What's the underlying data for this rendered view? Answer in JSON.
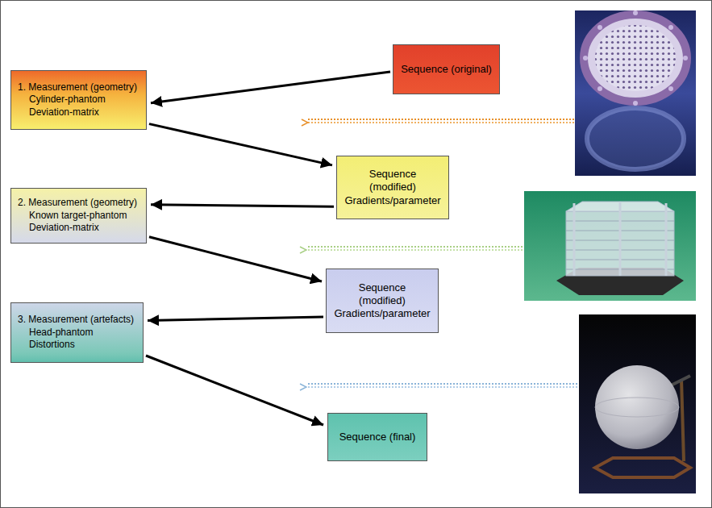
{
  "diagram": {
    "nodes": [
      {
        "text": [
          "Sequence (original)"
        ]
      },
      {
        "text": [
          "1. Measurement (geometry)",
          "Cylinder-phantom Deviation-matrix"
        ]
      },
      {
        "text": [
          "Sequence (modified)",
          "Gradients/parameter"
        ]
      },
      {
        "text": [
          "2. Measurement (geometry)",
          "Known target-phantom Deviation-matrix"
        ]
      },
      {
        "text": [
          "Sequence (modified)",
          "Gradients/parameter"
        ]
      },
      {
        "text": [
          "3. Measurement (artefacts)",
          "Head-phantom Distortions"
        ]
      },
      {
        "text": [
          "Sequence (final)"
        ]
      }
    ],
    "edges": [
      {
        "from": 0,
        "to": 1,
        "arrow": "to"
      },
      {
        "from": 1,
        "to": 2,
        "arrow": "to"
      },
      {
        "from": 2,
        "to": 3,
        "arrow": "to"
      },
      {
        "from": 3,
        "to": 4,
        "arrow": "to"
      },
      {
        "from": 4,
        "to": 5,
        "arrow": "to"
      },
      {
        "from": 5,
        "to": 6,
        "arrow": "to"
      }
    ]
  }
}
